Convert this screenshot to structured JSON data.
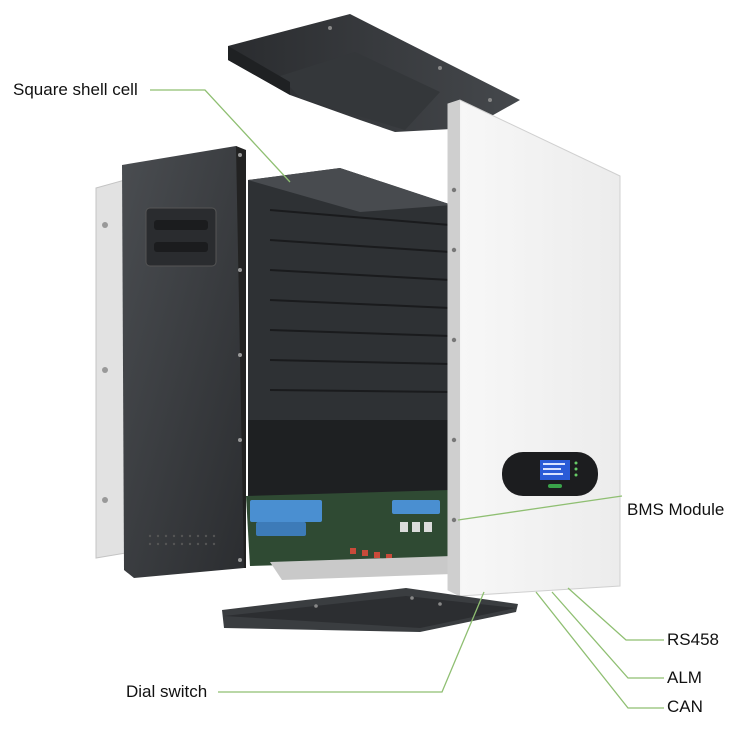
{
  "labels": {
    "square_shell_cell": "Square shell cell",
    "bms_module": "BMS Module",
    "dial_switch": "Dial switch",
    "rs458": "RS458",
    "alm": "ALM",
    "can": "CAN"
  },
  "colors": {
    "leader_line": "#8fbf72",
    "housing_dark": "#3a3d40",
    "front_panel": "#f3f3f3",
    "display_screen": "#2a5bd7"
  }
}
